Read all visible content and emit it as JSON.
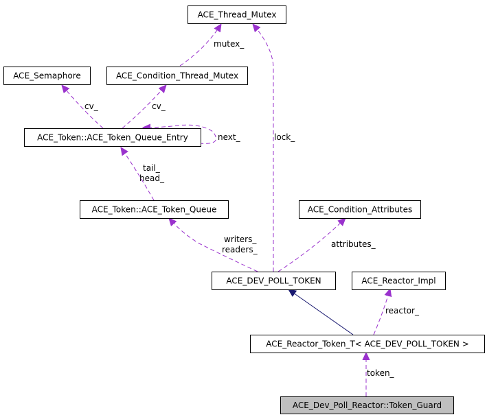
{
  "colors": {
    "use_edge": "#9a32cd",
    "inherit_edge": "#191970",
    "node_border": "#000000",
    "focus_node_fill": "#bfbfbf",
    "node_fill": "#ffffff"
  },
  "nodes": {
    "thread_mutex": "ACE_Thread_Mutex",
    "semaphore": "ACE_Semaphore",
    "condition_thread_mutex": "ACE_Condition_Thread_Mutex",
    "token_queue_entry": "ACE_Token::ACE_Token_Queue_Entry",
    "token_queue": "ACE_Token::ACE_Token_Queue",
    "condition_attributes": "ACE_Condition_Attributes",
    "dev_poll_token": "ACE_DEV_POLL_TOKEN",
    "reactor_impl": "ACE_Reactor_Impl",
    "reactor_token_t": "ACE_Reactor_Token_T< ACE_DEV_POLL_TOKEN >",
    "token_guard": "ACE_Dev_Poll_Reactor::Token_Guard"
  },
  "edge_labels": {
    "mutex": "mutex_",
    "cv_semaphore": "cv_",
    "cv_condition": "cv_",
    "next": "next_",
    "lock": "lock_",
    "tail": "tail_",
    "head": "head_",
    "writers": "writers_",
    "readers": "readers_",
    "attributes": "attributes_",
    "reactor": "reactor_",
    "token": "token_"
  }
}
